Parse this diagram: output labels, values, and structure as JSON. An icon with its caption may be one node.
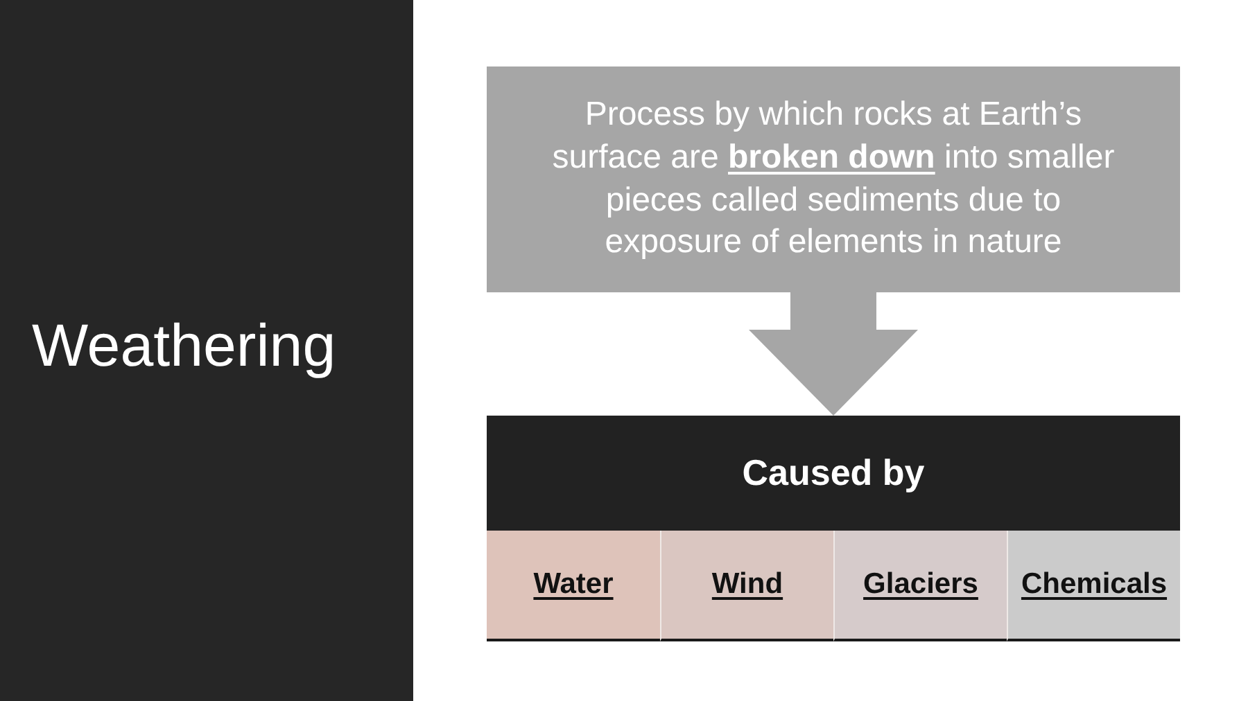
{
  "diagram": {
    "title": "Weathering",
    "nodes": [
      {
        "text": [
          "Process by which rocks at Earth’s surface are **broken down** into smaller pieces called sediments due to exposure of elements in nature"
        ]
      },
      {
        "text": [
          "Caused by"
        ]
      },
      {
        "text": [
          "Water"
        ]
      },
      {
        "text": [
          "Wind"
        ]
      },
      {
        "text": [
          "Glaciers"
        ]
      },
      {
        "text": [
          "Chemicals"
        ]
      }
    ],
    "edges": [
      {
        "from": 0,
        "to": 1,
        "arrow": "to"
      }
    ]
  }
}
